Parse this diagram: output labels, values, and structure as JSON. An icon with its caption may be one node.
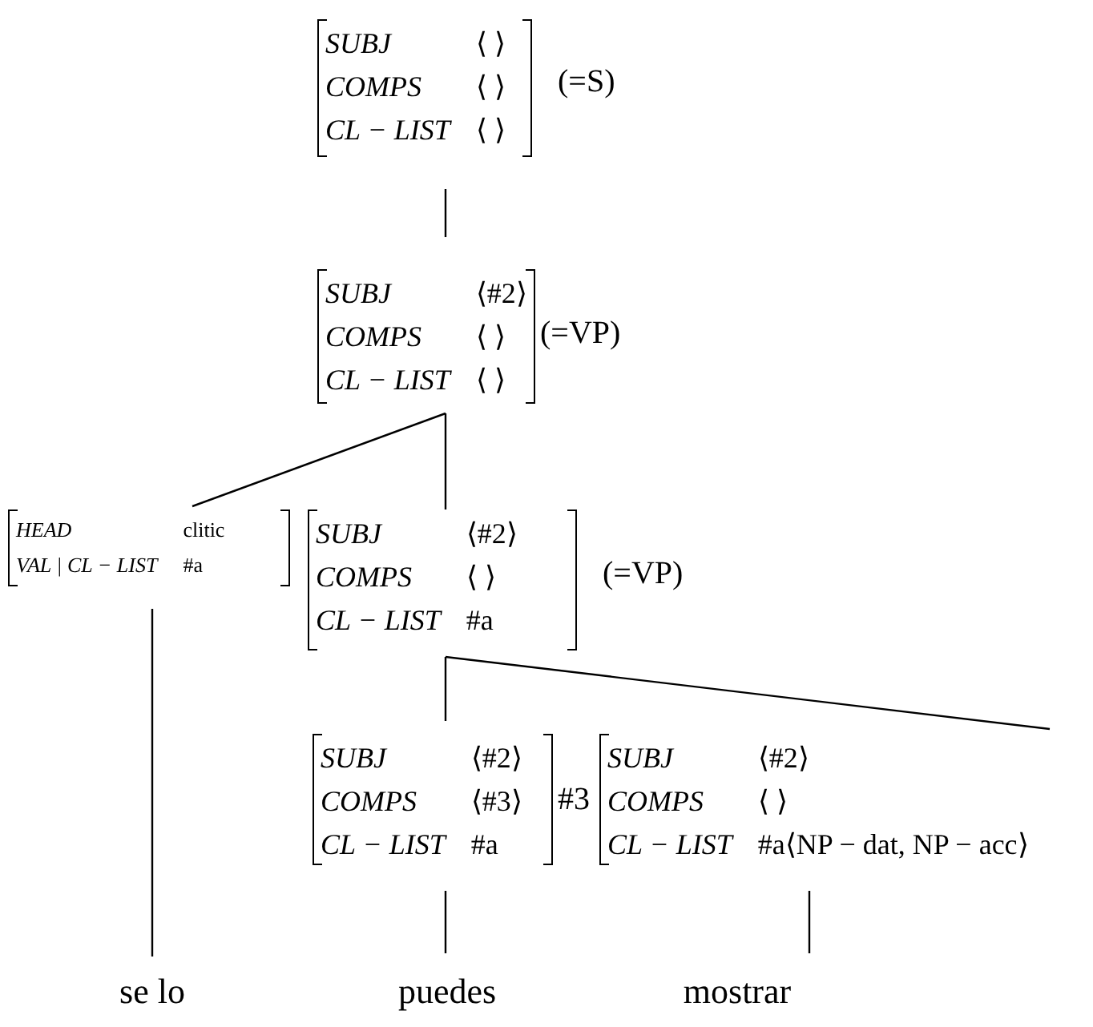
{
  "diagram": {
    "nodes": [
      {
        "text": [
          "SUBJ",
          "⟨ ⟩",
          "COMPS",
          "⟨ ⟩",
          "CL − LIST",
          "⟨ ⟩"
        ],
        "beside": [
          "(=S)"
        ]
      },
      {
        "text": [
          "SUBJ",
          "⟨#2⟩",
          "COMPS",
          "⟨ ⟩",
          "CL − LIST",
          "⟨ ⟩"
        ],
        "beside": [
          "(=VP)"
        ]
      },
      {
        "text": [
          "HEAD",
          "clitic",
          "VAL | CL − LIST",
          "#a"
        ]
      },
      {
        "text": [
          "SUBJ",
          "⟨#2⟩",
          "COMPS",
          "⟨ ⟩",
          "CL − LIST",
          "#a"
        ],
        "beside": [
          "(=VP)"
        ]
      },
      {
        "text": [
          "SUBJ",
          "⟨#2⟩",
          "COMPS",
          "⟨#3⟩",
          "CL − LIST",
          "#a"
        ]
      },
      {
        "text": [
          "SUBJ",
          "⟨#2⟩",
          "COMPS",
          "⟨ ⟩",
          "CL − LIST",
          "#a⟨NP − dat, NP − acc⟩"
        ],
        "beside": [
          "#3"
        ]
      },
      {
        "text": [
          "se lo"
        ]
      },
      {
        "text": [
          "puedes"
        ]
      },
      {
        "text": [
          "mostrar"
        ]
      }
    ],
    "edges": [
      {
        "from": 0,
        "to": 1,
        "arrow": "none"
      },
      {
        "from": 1,
        "to": 2,
        "arrow": "none"
      },
      {
        "from": 1,
        "to": 3,
        "arrow": "none"
      },
      {
        "from": 3,
        "to": 4,
        "arrow": "none"
      },
      {
        "from": 3,
        "to": 5,
        "arrow": "none"
      },
      {
        "from": 2,
        "to": 6,
        "arrow": "none"
      },
      {
        "from": 4,
        "to": 7,
        "arrow": "none"
      },
      {
        "from": 5,
        "to": 8,
        "arrow": "none"
      }
    ]
  }
}
